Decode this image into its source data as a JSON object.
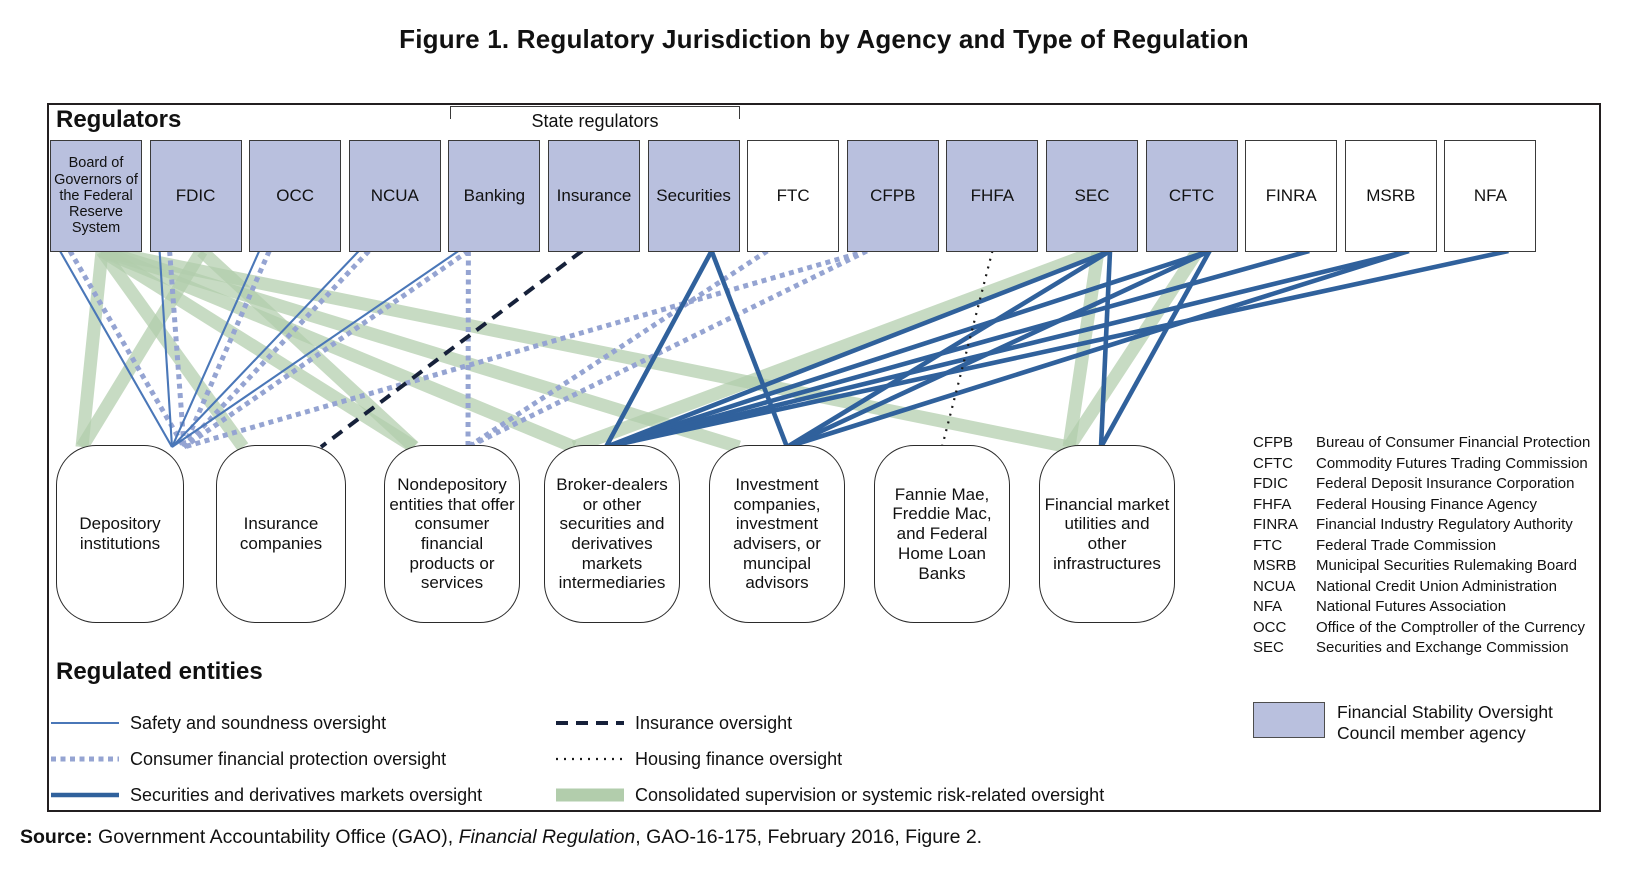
{
  "title": "Figure 1. Regulatory Jurisdiction by Agency and Type of Regulation",
  "diagram": {
    "regulators_label": "Regulators",
    "state_regulators_label": "State regulators",
    "regulated_entities_label": "Regulated entities",
    "regulators": [
      {
        "id": "fed",
        "label": "Board of Governors of the Federal Reserve System",
        "fsoc_member": true
      },
      {
        "id": "fdic",
        "label": "FDIC",
        "fsoc_member": true
      },
      {
        "id": "occ",
        "label": "OCC",
        "fsoc_member": true
      },
      {
        "id": "ncua",
        "label": "NCUA",
        "fsoc_member": true
      },
      {
        "id": "banking",
        "label": "Banking",
        "fsoc_member": true
      },
      {
        "id": "insurance",
        "label": "Insurance",
        "fsoc_member": true
      },
      {
        "id": "securities",
        "label": "Securities",
        "fsoc_member": true
      },
      {
        "id": "ftc",
        "label": "FTC",
        "fsoc_member": false
      },
      {
        "id": "cfpb",
        "label": "CFPB",
        "fsoc_member": true
      },
      {
        "id": "fhfa",
        "label": "FHFA",
        "fsoc_member": true
      },
      {
        "id": "sec",
        "label": "SEC",
        "fsoc_member": true
      },
      {
        "id": "cftc",
        "label": "CFTC",
        "fsoc_member": true
      },
      {
        "id": "finra",
        "label": "FINRA",
        "fsoc_member": false
      },
      {
        "id": "msrb",
        "label": "MSRB",
        "fsoc_member": false
      },
      {
        "id": "nfa",
        "label": "NFA",
        "fsoc_member": false
      }
    ],
    "state_regulator_ids": [
      "banking",
      "insurance",
      "securities"
    ],
    "entities": [
      {
        "id": "depository",
        "label": "Depository institutions"
      },
      {
        "id": "insurance-companies",
        "label": "Insurance companies"
      },
      {
        "id": "nondepository",
        "label": "Nondepository entities that offer consumer financial products or services"
      },
      {
        "id": "broker-dealers",
        "label": "Broker-dealers or other securities and derivatives markets intermediaries"
      },
      {
        "id": "investment",
        "label": "Investment companies, investment advisers, or muncipal advisors"
      },
      {
        "id": "fannie",
        "label": "Fannie Mae, Freddie Mac, and Federal Home Loan Banks"
      },
      {
        "id": "fmu",
        "label": "Financial market utilities and other infrastructures"
      }
    ],
    "edges": [
      {
        "from": "fed",
        "to": "depository",
        "type": "consolidated"
      },
      {
        "from": "fed",
        "to": "insurance-companies",
        "type": "consolidated"
      },
      {
        "from": "fed",
        "to": "nondepository",
        "type": "consolidated"
      },
      {
        "from": "fed",
        "to": "broker-dealers",
        "type": "consolidated"
      },
      {
        "from": "fed",
        "to": "investment",
        "type": "consolidated"
      },
      {
        "from": "fed",
        "to": "fmu",
        "type": "consolidated"
      },
      {
        "from": "fdic",
        "to": "depository",
        "type": "consolidated"
      },
      {
        "from": "fdic",
        "to": "nondepository",
        "type": "consolidated"
      },
      {
        "from": "sec",
        "to": "broker-dealers",
        "type": "consolidated"
      },
      {
        "from": "sec",
        "to": "fmu",
        "type": "consolidated"
      },
      {
        "from": "cftc",
        "to": "fmu",
        "type": "consolidated"
      },
      {
        "from": "fed",
        "to": "depository",
        "type": "consumer"
      },
      {
        "from": "fdic",
        "to": "depository",
        "type": "consumer"
      },
      {
        "from": "occ",
        "to": "depository",
        "type": "consumer"
      },
      {
        "from": "ncua",
        "to": "depository",
        "type": "consumer"
      },
      {
        "from": "banking",
        "to": "depository",
        "type": "consumer"
      },
      {
        "from": "banking",
        "to": "nondepository",
        "type": "consumer"
      },
      {
        "from": "cfpb",
        "to": "depository",
        "type": "consumer"
      },
      {
        "from": "cfpb",
        "to": "nondepository",
        "type": "consumer"
      },
      {
        "from": "ftc",
        "to": "nondepository",
        "type": "consumer"
      },
      {
        "from": "fed",
        "to": "depository",
        "type": "safety"
      },
      {
        "from": "fdic",
        "to": "depository",
        "type": "safety"
      },
      {
        "from": "occ",
        "to": "depository",
        "type": "safety"
      },
      {
        "from": "ncua",
        "to": "depository",
        "type": "safety"
      },
      {
        "from": "banking",
        "to": "depository",
        "type": "safety"
      },
      {
        "from": "securities",
        "to": "broker-dealers",
        "type": "securities"
      },
      {
        "from": "securities",
        "to": "investment",
        "type": "securities"
      },
      {
        "from": "sec",
        "to": "broker-dealers",
        "type": "securities"
      },
      {
        "from": "sec",
        "to": "investment",
        "type": "securities"
      },
      {
        "from": "sec",
        "to": "fmu",
        "type": "securities"
      },
      {
        "from": "cftc",
        "to": "broker-dealers",
        "type": "securities"
      },
      {
        "from": "cftc",
        "to": "investment",
        "type": "securities"
      },
      {
        "from": "cftc",
        "to": "fmu",
        "type": "securities"
      },
      {
        "from": "finra",
        "to": "broker-dealers",
        "type": "securities"
      },
      {
        "from": "msrb",
        "to": "broker-dealers",
        "type": "securities"
      },
      {
        "from": "msrb",
        "to": "investment",
        "type": "securities"
      },
      {
        "from": "nfa",
        "to": "broker-dealers",
        "type": "securities"
      },
      {
        "from": "insurance",
        "to": "insurance-companies",
        "type": "insurance"
      },
      {
        "from": "fhfa",
        "to": "fannie",
        "type": "housing"
      }
    ]
  },
  "legend": {
    "columns": [
      [
        {
          "type": "safety",
          "label": "Safety and soundness oversight"
        },
        {
          "type": "consumer",
          "label": "Consumer financial protection oversight"
        },
        {
          "type": "securities",
          "label": "Securities and derivatives markets oversight"
        }
      ],
      [
        {
          "type": "insurance",
          "label": "Insurance oversight"
        },
        {
          "type": "housing",
          "label": "Housing finance oversight"
        },
        {
          "type": "consolidated",
          "label": "Consolidated supervision or systemic risk-related oversight"
        }
      ]
    ]
  },
  "fsoc_legend": {
    "line1": "Financial Stability Oversight",
    "line2": "Council member agency"
  },
  "abbreviations": [
    {
      "abbr": "CFPB",
      "name": "Bureau of Consumer Financial Protection"
    },
    {
      "abbr": "CFTC",
      "name": "Commodity Futures Trading Commission"
    },
    {
      "abbr": "FDIC",
      "name": "Federal Deposit Insurance Corporation"
    },
    {
      "abbr": "FHFA",
      "name": "Federal Housing Finance Agency"
    },
    {
      "abbr": "FINRA",
      "name": "Financial Industry Regulatory Authority"
    },
    {
      "abbr": "FTC",
      "name": "Federal Trade Commission"
    },
    {
      "abbr": "MSRB",
      "name": "Municipal Securities Rulemaking Board"
    },
    {
      "abbr": "NCUA",
      "name": "National Credit Union Administration"
    },
    {
      "abbr": "NFA",
      "name": "National Futures Association"
    },
    {
      "abbr": "OCC",
      "name": "Office of the Comptroller of the Currency"
    },
    {
      "abbr": "SEC",
      "name": "Securities and Exchange Commission"
    }
  ],
  "source": {
    "prefix_bold": "Source:",
    "mid": " Government Accountability Office (GAO), ",
    "italic": "Financial Regulation",
    "suffix": ", GAO-16-175, February 2016, Figure 2."
  },
  "colors": {
    "safety": "#4a77b8",
    "consumer": "#95a4d2",
    "securities": "#30619c",
    "insurance": "#16213a",
    "housing": "#1a1a1a",
    "consolidated": "#b2cdac",
    "fsoc_box_fill": "#b9c0de",
    "box_border": "#3a3a3a"
  }
}
